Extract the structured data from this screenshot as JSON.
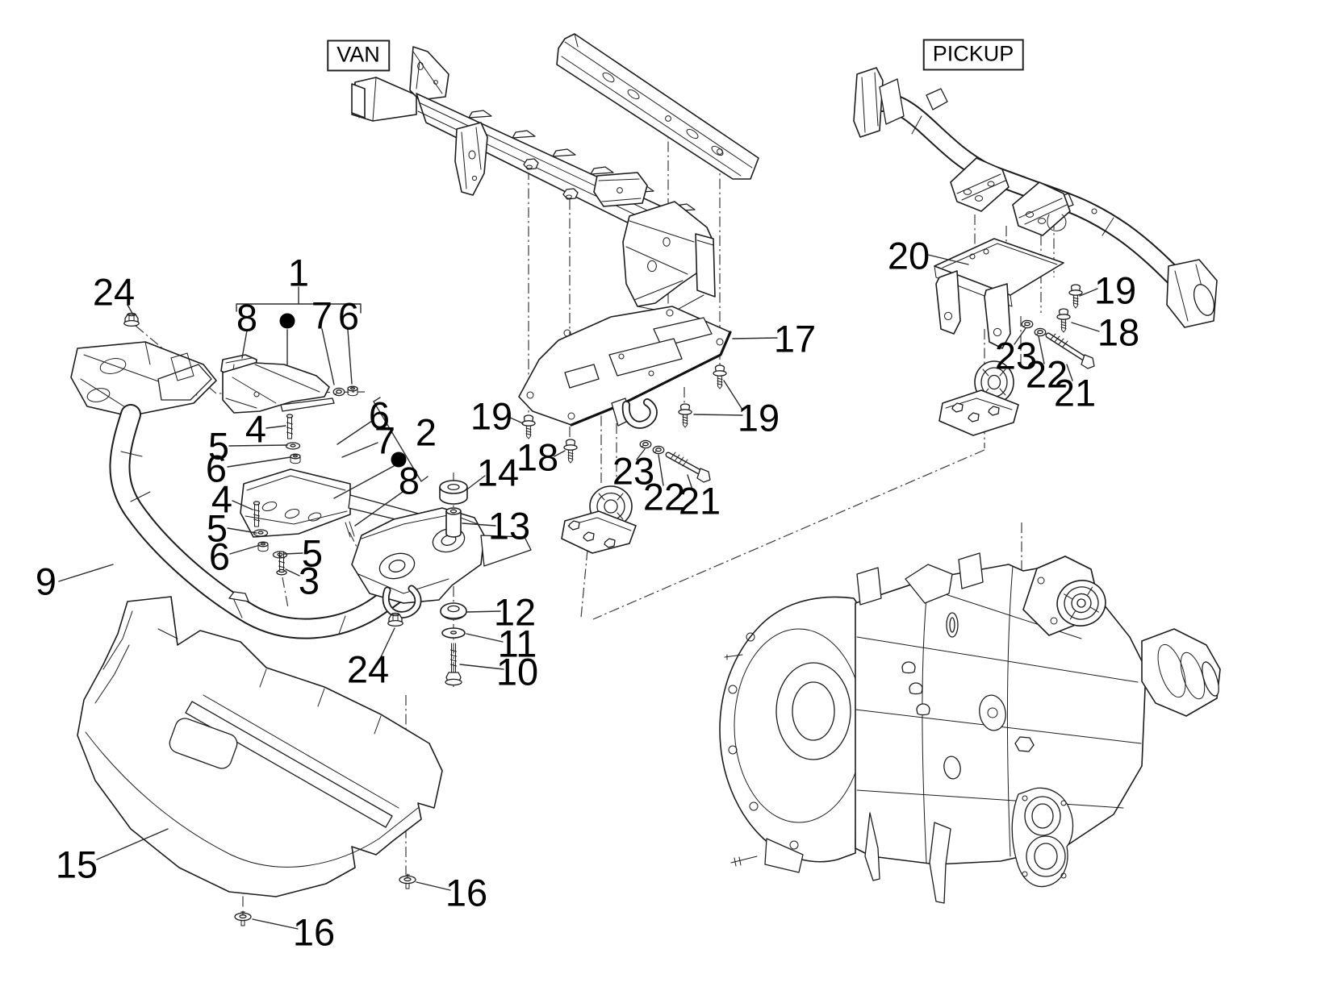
{
  "titles": {
    "van": "VAN",
    "pickup": "PICKUP"
  },
  "colors": {
    "line": "#1c1c1c",
    "background": "#ffffff",
    "label": "#000000"
  },
  "callouts": [
    {
      "text": "24"
    },
    {
      "text": "1"
    },
    {
      "text": "8"
    },
    {
      "text": "7"
    },
    {
      "text": "6"
    },
    {
      "text": "4"
    },
    {
      "text": "5"
    },
    {
      "text": "6"
    },
    {
      "text": "6"
    },
    {
      "text": "7"
    },
    {
      "text": "2"
    },
    {
      "text": "8"
    },
    {
      "text": "4"
    },
    {
      "text": "5"
    },
    {
      "text": "6"
    },
    {
      "text": "5"
    },
    {
      "text": "3"
    },
    {
      "text": "9"
    },
    {
      "text": "14"
    },
    {
      "text": "13"
    },
    {
      "text": "12"
    },
    {
      "text": "11"
    },
    {
      "text": "10"
    },
    {
      "text": "24"
    },
    {
      "text": "15"
    },
    {
      "text": "16"
    },
    {
      "text": "16"
    },
    {
      "text": "17"
    },
    {
      "text": "19"
    },
    {
      "text": "18"
    },
    {
      "text": "19"
    },
    {
      "text": "23"
    },
    {
      "text": "22"
    },
    {
      "text": "21"
    },
    {
      "text": "20"
    },
    {
      "text": "19"
    },
    {
      "text": "18"
    },
    {
      "text": "23"
    },
    {
      "text": "22"
    },
    {
      "text": "21"
    }
  ]
}
